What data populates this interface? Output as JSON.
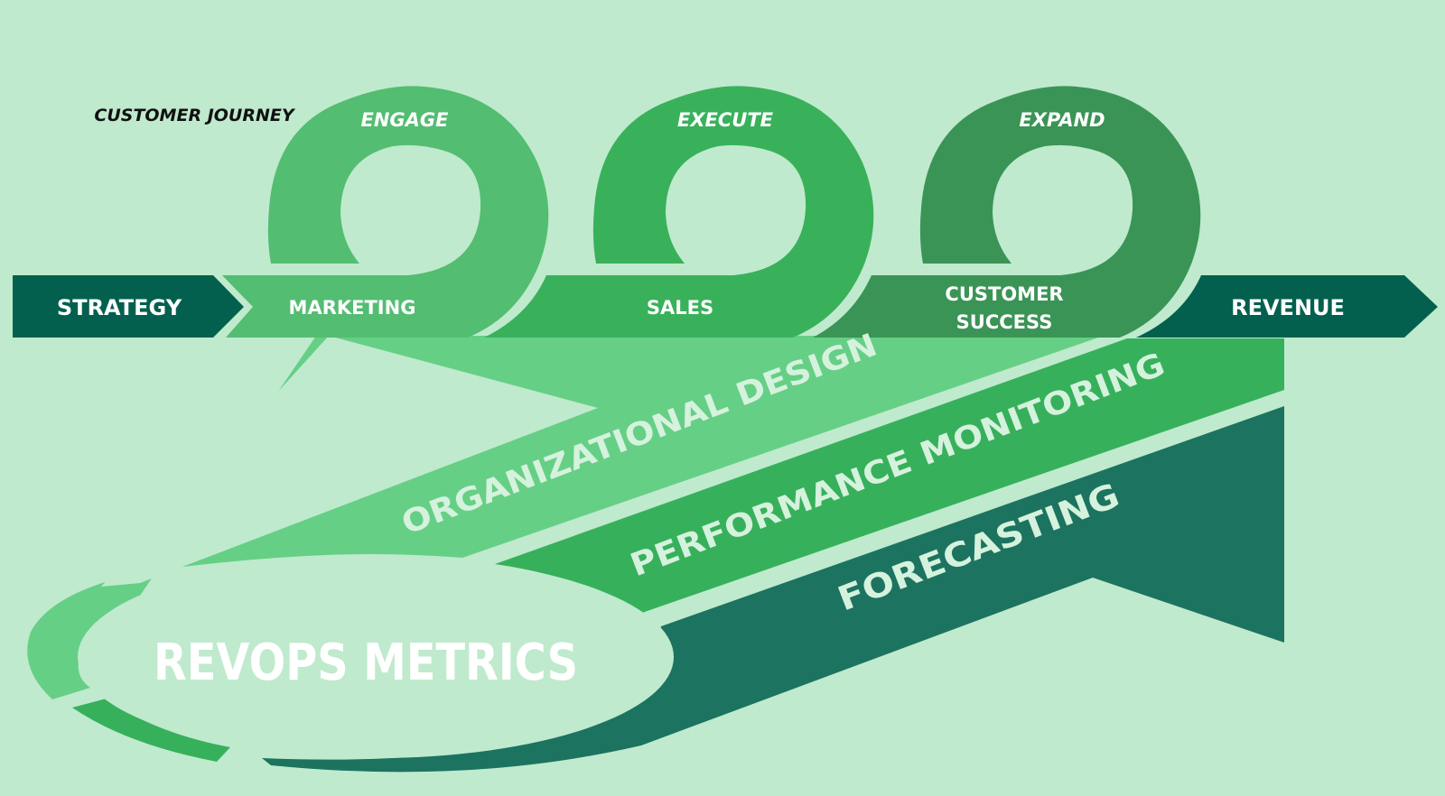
{
  "title": "CUSTOMER JOURNEY",
  "colors": {
    "background": "#bfeacd",
    "dark_teal": "#04604e",
    "light_green": "#53bd72",
    "mid_green": "#39b15b",
    "deep_green": "#3a9456",
    "band_light": "#66cf86",
    "band_mid": "#37b05c",
    "band_dark": "#1c7360",
    "text_light": "#ffffff",
    "text_pale": "#d5f2dd"
  },
  "loops": [
    {
      "label": "ENGAGE"
    },
    {
      "label": "EXECUTE"
    },
    {
      "label": "EXPAND"
    }
  ],
  "flow": [
    {
      "label": "STRATEGY"
    },
    {
      "label": "MARKETING"
    },
    {
      "label": "SALES"
    },
    {
      "label": "CUSTOMER",
      "label2": "SUCCESS"
    },
    {
      "label": "REVENUE"
    }
  ],
  "bands": [
    {
      "label": "ORGANIZATIONAL DESIGN"
    },
    {
      "label": "PERFORMANCE MONITORING"
    },
    {
      "label": "FORECASTING"
    }
  ],
  "hub": {
    "label": "REVOPS METRICS"
  }
}
